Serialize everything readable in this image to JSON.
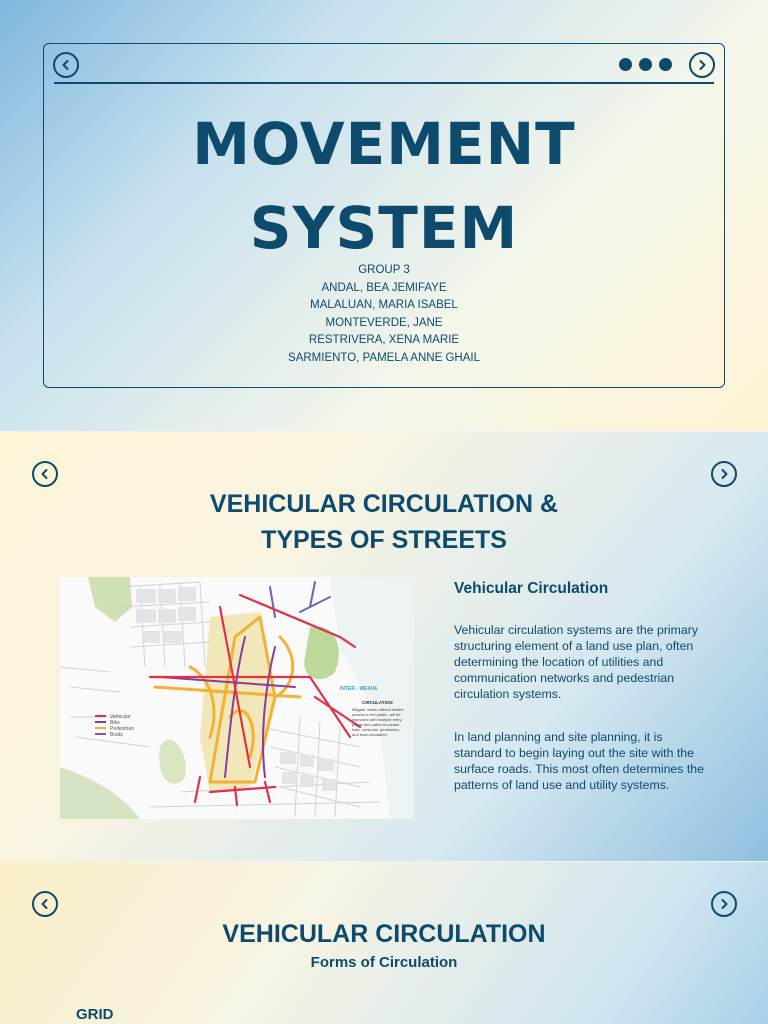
{
  "slide1": {
    "title_line1": "MOVEMENT",
    "title_line2": "SYSTEM",
    "group": "GROUP 3",
    "members": [
      "ANDAL, BEA JEMIFAYE",
      "MALALUAN, MARIA ISABEL",
      "MONTEVERDE, JANE",
      "RESTRIVERA, XENA MARIE",
      "SARMIENTO, PAMELA ANNE GHAIL"
    ]
  },
  "slide2": {
    "title_line1": "VEHICULAR CIRCULATION &",
    "title_line2": "TYPES OF STREETS",
    "subheading": "Vehicular Circulation",
    "paragraph1": "Vehicular circulation systems are the primary structuring element of a land use plan, often determining the location of utilities and communication networks and pedestrian circulation systems.",
    "paragraph2": "In land planning and site planning, it is standard to begin laying out the site with the surface roads. This most often determines the patterns of land use and utility systems.",
    "map": {
      "legend": [
        "Vehicular",
        "Bike",
        "Pedestrian",
        "Boats"
      ],
      "legend_colors": [
        "#e0314b",
        "#8a3aa0",
        "#f2b233",
        "#6a63b8"
      ],
      "panel_title": "INTER - WEAVE",
      "panel_subtitle": "CIRCULATION",
      "panel_text": "Maglak, which offered limited access to the public, will be improved with multiple entry points and paths for pedes- train, vehicular, pedestrian, and boat circulation."
    }
  },
  "slide3": {
    "title": "VEHICULAR CIRCULATION",
    "subtitle": "Forms of Circulation",
    "section_label": "GRID"
  },
  "colors": {
    "primary": "#0d4a6b"
  },
  "icons": {
    "prev": "chevron-left-icon",
    "next": "chevron-right-icon",
    "more": "three-dots-icon"
  }
}
